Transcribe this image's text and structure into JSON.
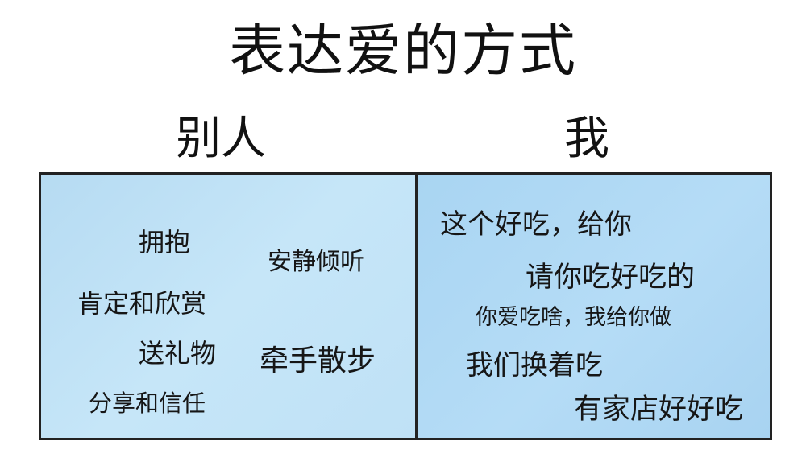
{
  "title": "表达爱的方式",
  "columns": {
    "left": {
      "header": "别人",
      "items": [
        "拥抱",
        "安静倾听",
        "肯定和欣赏",
        "送礼物",
        "牵手散步",
        "分享和信任"
      ]
    },
    "right": {
      "header": "我",
      "items": [
        "这个好吃，给你",
        "请你吃好吃的",
        "你爱吃啥，我给你做",
        "我们换着吃",
        "有家店好好吃"
      ]
    }
  },
  "colors": {
    "left_panel": "#c0e2f6",
    "right_panel": "#aed8f4",
    "border": "#222222"
  }
}
